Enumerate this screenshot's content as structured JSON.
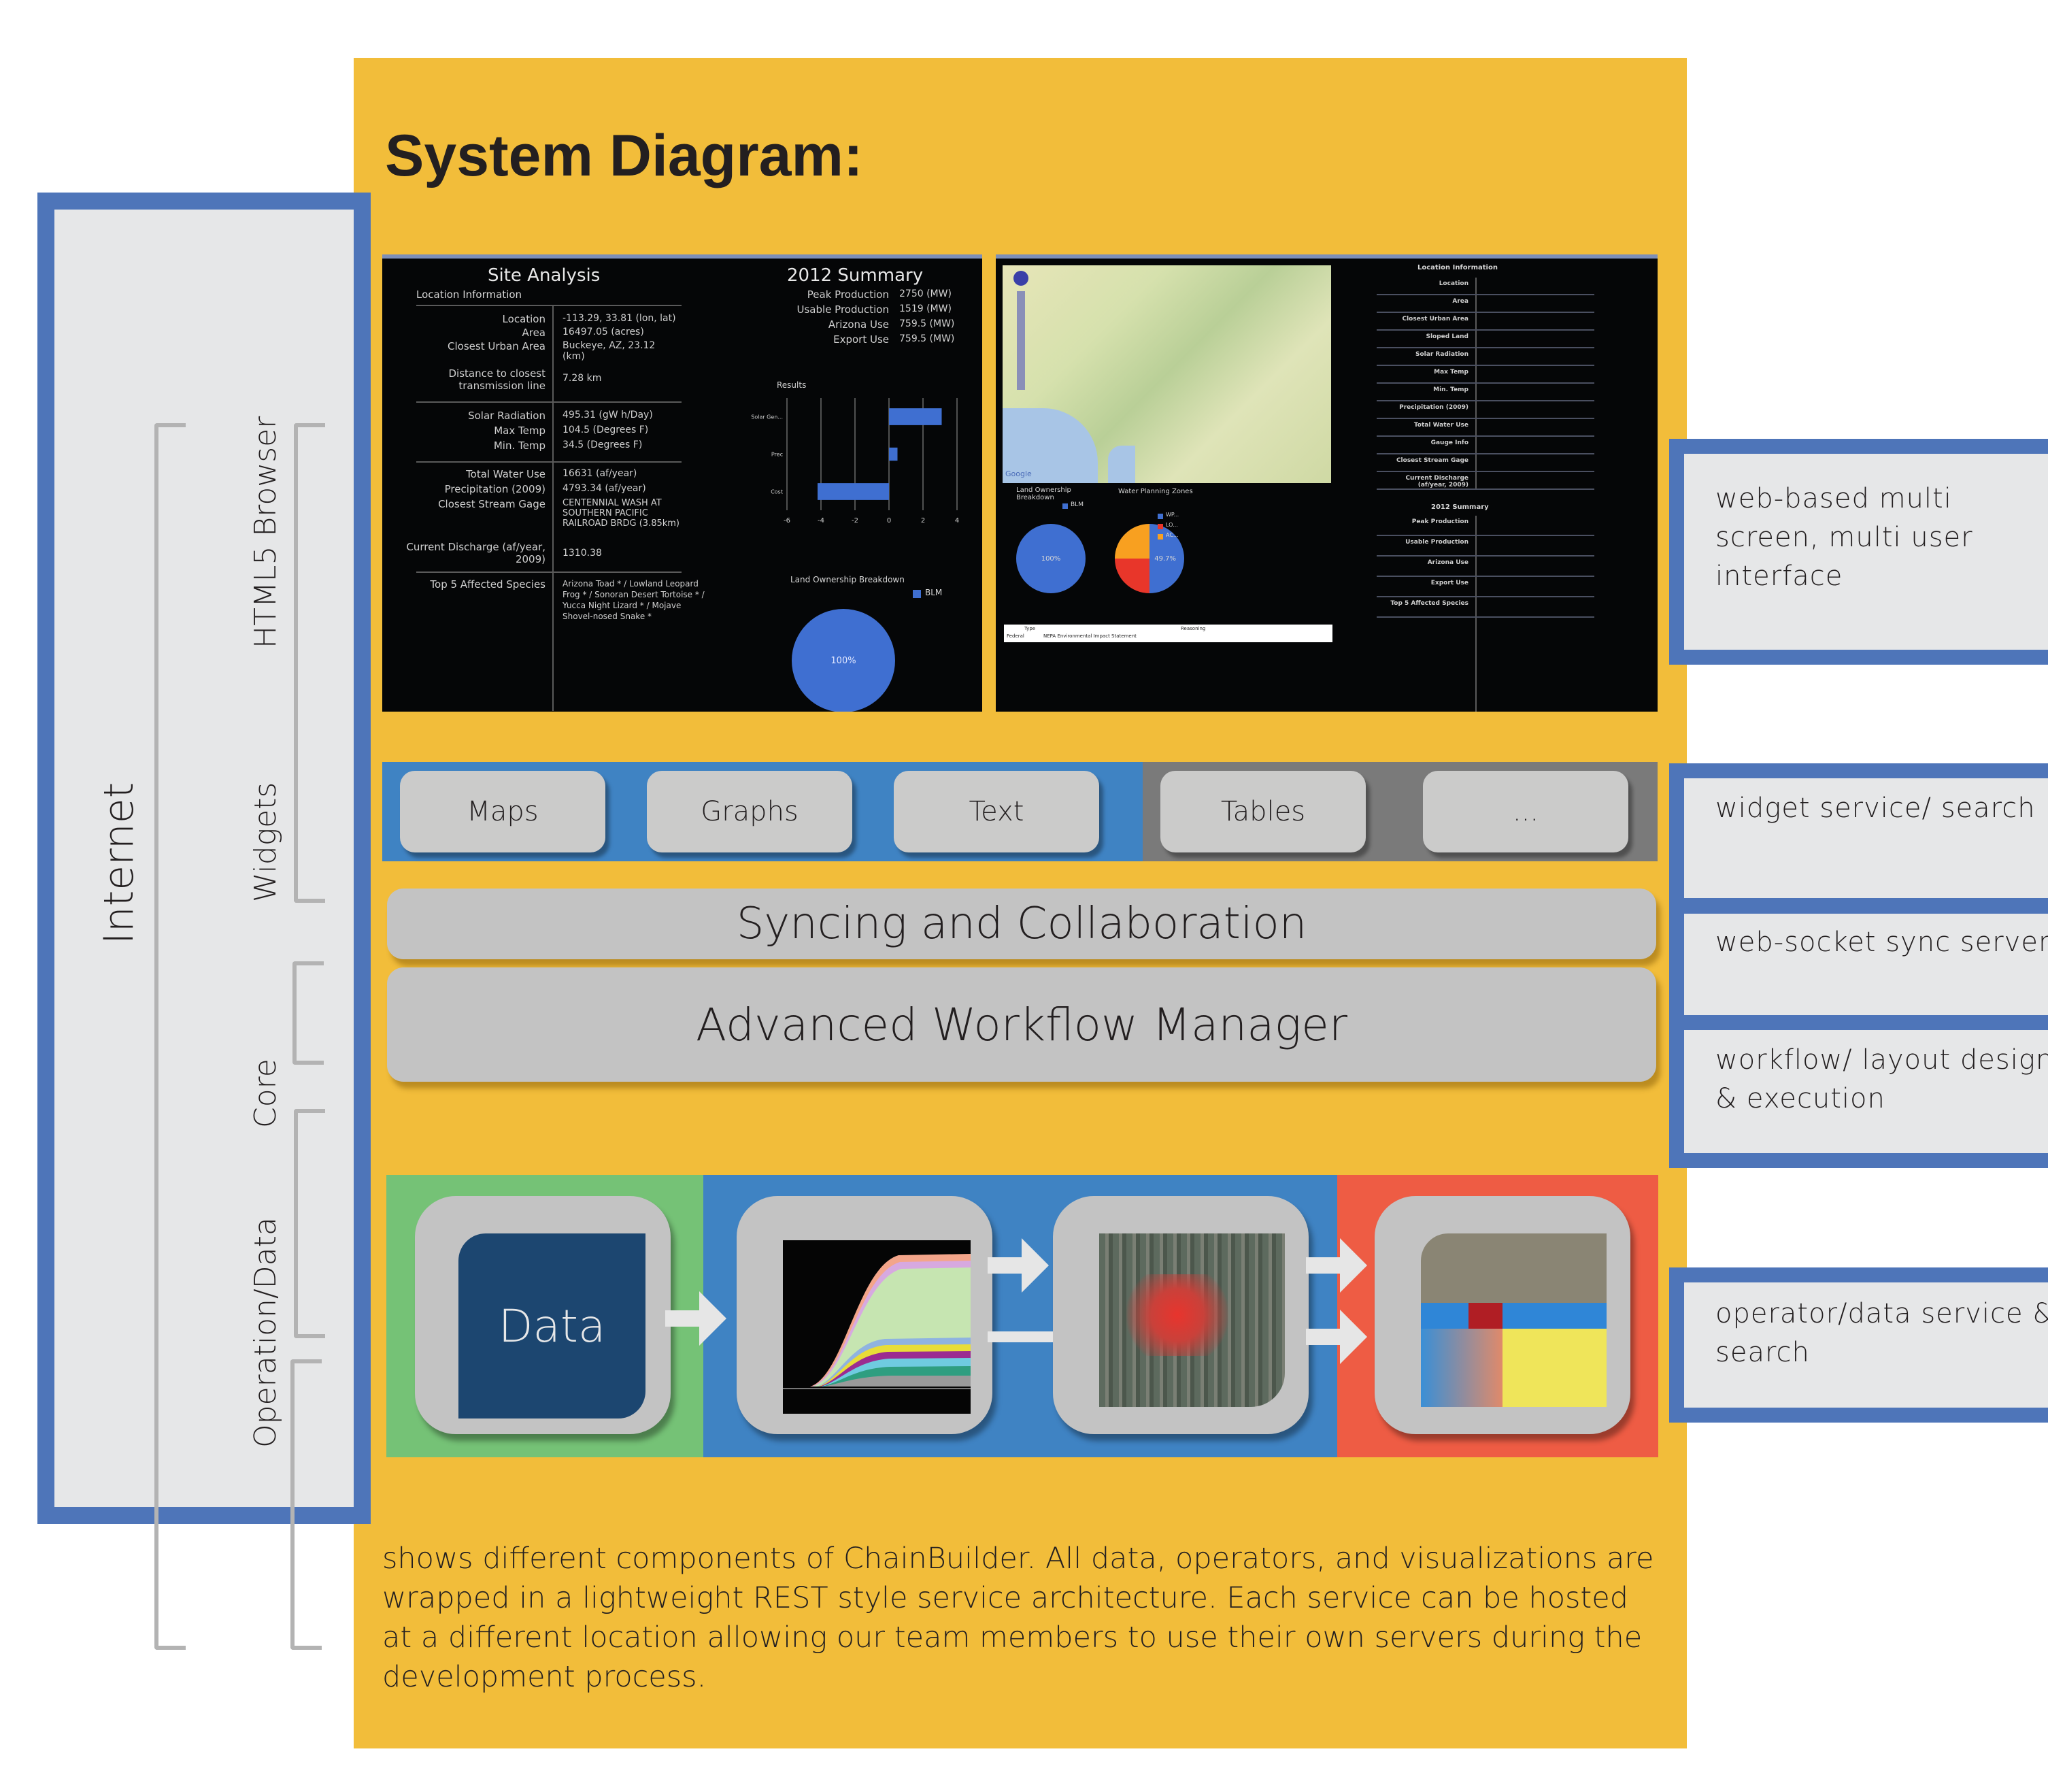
{
  "title": "System Diagram:",
  "layers": {
    "internet": "Internet",
    "html5": "HTML5 Browser",
    "widgets": "Widgets",
    "core": "Core",
    "operation": "Operation/Data"
  },
  "site_analysis": {
    "title": "Site Analysis",
    "section": "Location Information",
    "rows": [
      {
        "label": "Location",
        "value": "-113.29, 33.81 (lon, lat)"
      },
      {
        "label": "Area",
        "value": "16497.05 (acres)"
      },
      {
        "label": "Closest Urban Area",
        "value": "Buckeye, AZ, 23.12 (km)"
      },
      {
        "label": "Distance to closest transmission line",
        "value": "7.28 km"
      },
      {
        "label": "Solar Radiation",
        "value": "495.31 (gW h/Day)"
      },
      {
        "label": "Max Temp",
        "value": "104.5 (Degrees F)"
      },
      {
        "label": "Min. Temp",
        "value": "34.5 (Degrees F)"
      },
      {
        "label": "Total Water Use",
        "value": "16631 (af/year)"
      },
      {
        "label": "Precipitation (2009)",
        "value": "4793.34 (af/year)"
      },
      {
        "label": "Closest Stream Gage",
        "value": "CENTENNIAL WASH AT SOUTHERN PACIFIC RAILROAD BRDG (3.85km)"
      },
      {
        "label": "Current Discharge (af/year, 2009)",
        "value": "1310.38"
      },
      {
        "label": "Top 5 Affected Species",
        "value": "Arizona Toad * / Lowland Leopard Frog * / Sonoran Desert Tortoise * / Yucca Night Lizard * / Mojave Shovel-nosed Snake *"
      }
    ],
    "summary_title": "2012 Summary",
    "summary": [
      {
        "label": "Peak Production",
        "value": "2750 (MW)"
      },
      {
        "label": "Usable Production",
        "value": "1519 (MW)"
      },
      {
        "label": "Arizona Use",
        "value": "759.5 (MW)"
      },
      {
        "label": "Export Use",
        "value": "759.5 (MW)"
      }
    ],
    "results_title": "Results",
    "land_title": "Land Ownership Breakdown",
    "land_legend": "BLM",
    "land_pct": "100%"
  },
  "right_shot": {
    "land_title": "Land Ownership Breakdown",
    "land_legend": "BLM",
    "land_pct": "100%",
    "water_title": "Water Planning Zones",
    "water_legend": [
      "WP...",
      "LO...",
      "AC..."
    ],
    "water_pct": "49.7%",
    "table_headers": [
      "Type",
      "Reasoning"
    ],
    "table_row": [
      "Federal",
      "NEPA Environmental Impact Statement"
    ],
    "info_title": "Location Information",
    "summary_title": "2012 Summary",
    "info_labels": [
      "Location",
      "Area",
      "Closest Urban Area",
      "Sloped Land",
      "Solar Radiation",
      "Max Temp",
      "Min. Temp",
      "Precipitation (2009)",
      "Total Water Use",
      "Gauge Info",
      "Closest Stream Gage",
      "Current Discharge (af/year, 2009)"
    ],
    "summary_labels": [
      "Peak Production",
      "Usable Production",
      "Arizona Use",
      "Export Use",
      "Top 5 Affected Species"
    ],
    "map_attribution": "Google"
  },
  "chart_data": {
    "type": "bar",
    "orientation": "horizontal",
    "title": "Results",
    "categories": [
      "Solar Gen...",
      "Prec",
      "Cost"
    ],
    "values": [
      3.1,
      0.5,
      -4.2
    ],
    "xlim": [
      -6,
      4
    ],
    "xticks": [
      -6,
      -4,
      -2,
      0,
      2,
      4
    ],
    "grid": true,
    "color": "#3f6fd1"
  },
  "widgets": [
    "Maps",
    "Graphs",
    "Text",
    "Tables",
    "..."
  ],
  "core": {
    "sync": "Syncing and Collaboration",
    "workflow": "Advanced Workflow Manager"
  },
  "operation": {
    "data_label": "Data"
  },
  "right_labels": [
    "web-based multi screen, multi user interface",
    "widget service/ search",
    "web-socket sync server",
    "workflow/ layout design & execution",
    "operator/data service & search"
  ],
  "caption": "shows different components of ChainBuilder. All data, operators, and visualizations are wrapped in a lightweight REST style service architecture. Each service can be hosted at a different location allowing our team members to use their own servers during the development process.",
  "colors": {
    "panel_yellow": "#f2bd3a",
    "frame_blue": "#4e75b9",
    "widget_blue": "#3f83c3",
    "widget_gray": "#7a7a7a",
    "ops_green": "#75c276",
    "ops_red": "#ee5c44",
    "data_navy": "#1c4670"
  }
}
